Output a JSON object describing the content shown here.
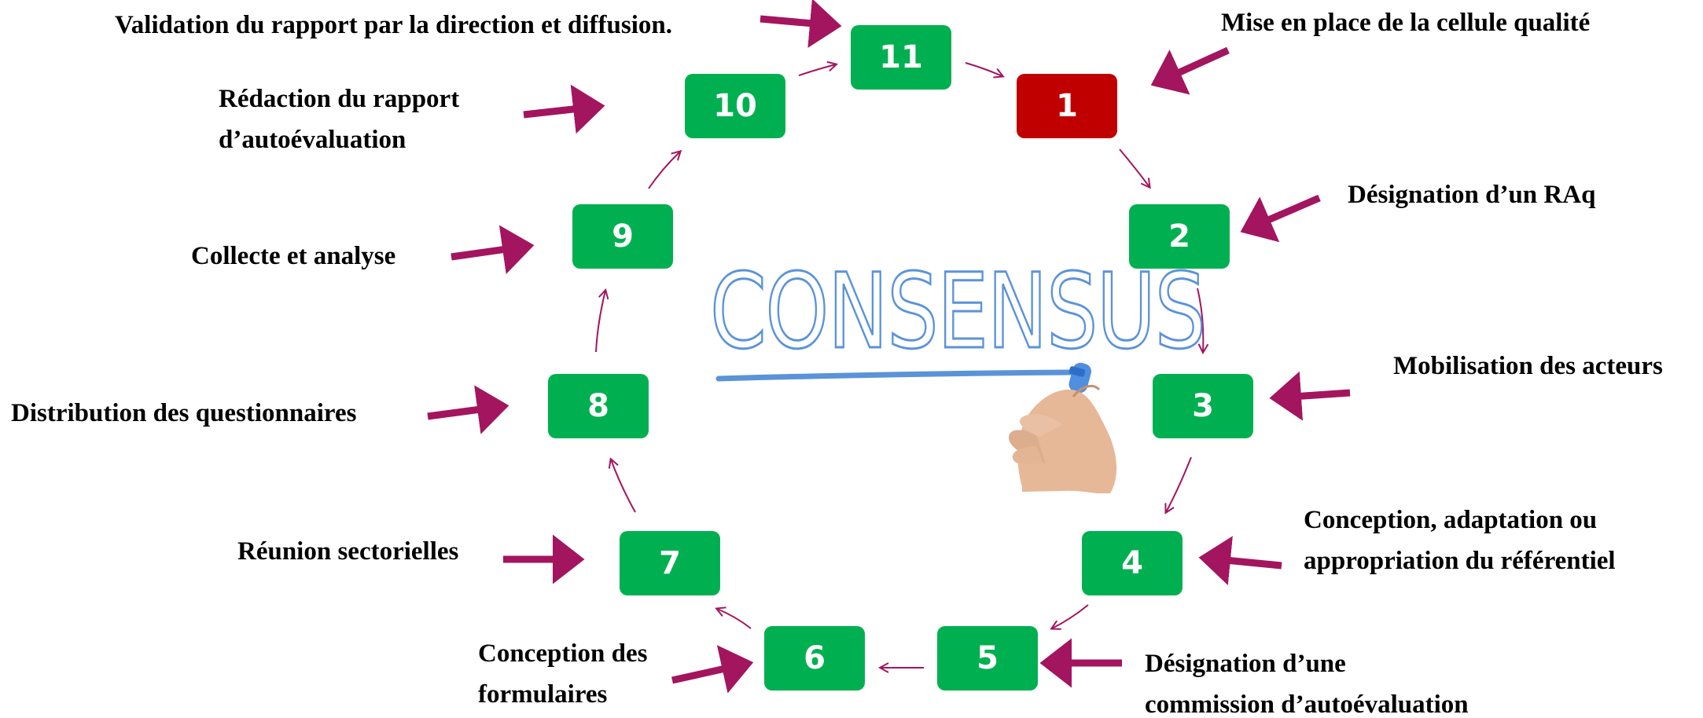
{
  "steps": [
    {
      "number": "1",
      "label": "Mise en place de la cellule qualité"
    },
    {
      "number": "2",
      "label": "Désignation d’un RAq"
    },
    {
      "number": "3",
      "label": "Mobilisation des acteurs"
    },
    {
      "number": "4",
      "label_lines": [
        "Conception, adaptation ou",
        "appropriation du référentiel"
      ]
    },
    {
      "number": "5",
      "label_lines": [
        "Désignation d’une",
        "commission d’autoévaluation"
      ]
    },
    {
      "number": "6",
      "label_lines": [
        "Conception des",
        "formulaires"
      ]
    },
    {
      "number": "7",
      "label": "Réunion sectorielles"
    },
    {
      "number": "8",
      "label": "Distribution des questionnaires"
    },
    {
      "number": "9",
      "label": "Collecte et analyse"
    },
    {
      "number": "10",
      "label_lines": [
        "Rédaction du rapport",
        "d’autoévaluation"
      ]
    },
    {
      "number": "11",
      "label": "Validation du rapport par la direction et diffusion."
    }
  ],
  "center": {
    "word": "CONSENSUS"
  },
  "colors": {
    "box_default": "#00b050",
    "box_first": "#c00000",
    "pointer": "#a3155f",
    "cycle_arrow": "#a3155f",
    "word": "#5b93d8"
  },
  "icons": {
    "center_image": "hand-holding-marker-icon"
  }
}
